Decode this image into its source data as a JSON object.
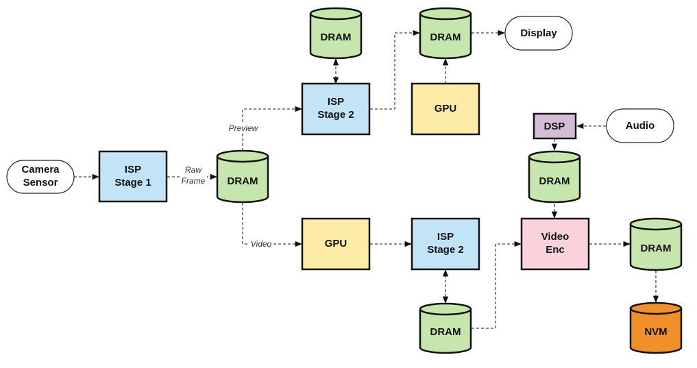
{
  "diagram": {
    "colors": {
      "isp": "#c3e3f7",
      "gpu": "#fdeba8",
      "dram": "#c6e6ad",
      "dsp": "#d5bcd6",
      "video_enc": "#f9d2dc",
      "nvm": "#f0902a",
      "terminal": "#ffffff"
    },
    "nodes": [
      {
        "id": "camera",
        "type": "terminal",
        "lines": [
          "Camera",
          "Sensor"
        ]
      },
      {
        "id": "isp1",
        "type": "process",
        "color": "isp",
        "lines": [
          "ISP",
          "Stage 1"
        ]
      },
      {
        "id": "dram_main",
        "type": "storage",
        "color": "dram",
        "lines": [
          "DRAM"
        ]
      },
      {
        "id": "isp2_top",
        "type": "process",
        "color": "isp",
        "lines": [
          "ISP",
          "Stage 2"
        ]
      },
      {
        "id": "dram_isp2_top",
        "type": "storage",
        "color": "dram",
        "lines": [
          "DRAM"
        ]
      },
      {
        "id": "dram_display",
        "type": "storage",
        "color": "dram",
        "lines": [
          "DRAM"
        ]
      },
      {
        "id": "gpu_top",
        "type": "process",
        "color": "gpu",
        "lines": [
          "GPU"
        ]
      },
      {
        "id": "display",
        "type": "terminal",
        "lines": [
          "Display"
        ]
      },
      {
        "id": "dsp",
        "type": "process",
        "color": "dsp",
        "lines": [
          "DSP"
        ]
      },
      {
        "id": "audio",
        "type": "terminal",
        "lines": [
          "Audio"
        ]
      },
      {
        "id": "dram_audio",
        "type": "storage",
        "color": "dram",
        "lines": [
          "DRAM"
        ]
      },
      {
        "id": "gpu_bottom",
        "type": "process",
        "color": "gpu",
        "lines": [
          "GPU"
        ]
      },
      {
        "id": "isp2_bottom",
        "type": "process",
        "color": "isp",
        "lines": [
          "ISP",
          "Stage 2"
        ]
      },
      {
        "id": "dram_isp2_bottom",
        "type": "storage",
        "color": "dram",
        "lines": [
          "DRAM"
        ]
      },
      {
        "id": "video_enc",
        "type": "process",
        "color": "video_enc",
        "lines": [
          "Video",
          "Enc"
        ]
      },
      {
        "id": "dram_enc",
        "type": "storage",
        "color": "dram",
        "lines": [
          "DRAM"
        ]
      },
      {
        "id": "nvm",
        "type": "storage",
        "color": "nvm",
        "lines": [
          "NVM"
        ]
      }
    ],
    "edges": [
      {
        "from": "camera",
        "to": "isp1",
        "label": ""
      },
      {
        "from": "isp1",
        "to": "dram_main",
        "label": "Raw Frame"
      },
      {
        "from": "dram_main",
        "to": "isp2_top",
        "label": "Preview"
      },
      {
        "from": "dram_main",
        "to": "gpu_bottom",
        "label": "Video"
      },
      {
        "from": "isp2_top",
        "to": "dram_isp2_top",
        "label": "",
        "bidirectional": true
      },
      {
        "from": "isp2_top",
        "to": "dram_display",
        "label": ""
      },
      {
        "from": "gpu_top",
        "to": "dram_display",
        "label": ""
      },
      {
        "from": "dram_display",
        "to": "display",
        "label": ""
      },
      {
        "from": "audio",
        "to": "dsp",
        "label": ""
      },
      {
        "from": "dsp",
        "to": "dram_audio",
        "label": ""
      },
      {
        "from": "dram_audio",
        "to": "video_enc",
        "label": ""
      },
      {
        "from": "gpu_bottom",
        "to": "isp2_bottom",
        "label": ""
      },
      {
        "from": "isp2_bottom",
        "to": "dram_isp2_bottom",
        "label": "",
        "bidirectional": true
      },
      {
        "from": "dram_isp2_bottom",
        "to": "video_enc",
        "label": ""
      },
      {
        "from": "video_enc",
        "to": "dram_enc",
        "label": ""
      },
      {
        "from": "dram_enc",
        "to": "nvm",
        "label": ""
      }
    ],
    "edge_labels": {
      "raw": "Raw",
      "frame": "Frame",
      "preview": "Preview",
      "video": "Video"
    }
  }
}
